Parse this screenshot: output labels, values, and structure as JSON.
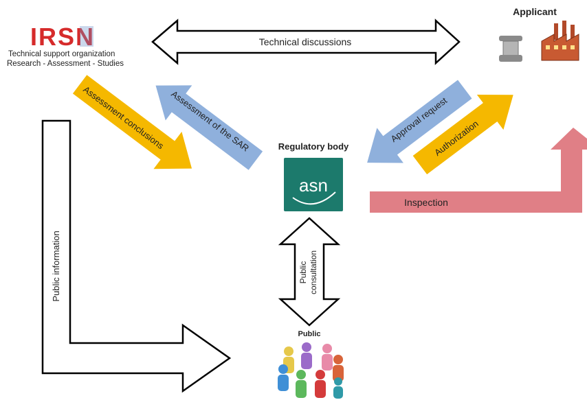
{
  "irsn": {
    "logo_text": "IRSN",
    "line1": "Technical support organization",
    "line2": "Research - Assessment - Studies"
  },
  "applicant": {
    "title": "Applicant"
  },
  "regulator": {
    "title": "Regulatory body",
    "logo_text": "asn"
  },
  "public": {
    "title": "Public"
  },
  "arrows": {
    "technical_discussions": "Technical discussions",
    "assessment_conclusions": "Assessment conclusions",
    "assessment_sar": "Assessment of the SAR",
    "approval_request": "Approval request",
    "authorization": "Authorization",
    "inspection": "Inspection",
    "public_information": "Public information",
    "public_consultation_1": "Public",
    "public_consultation_2": "consultation"
  },
  "colors": {
    "irsn_red": "#d62b2b",
    "irsn_blue": "#6a8fc9",
    "yellow_arrow": "#f5b800",
    "blue_arrow": "#8fb0dc",
    "pink_arrow": "#e07f86",
    "asn_green": "#1c7a6c"
  }
}
